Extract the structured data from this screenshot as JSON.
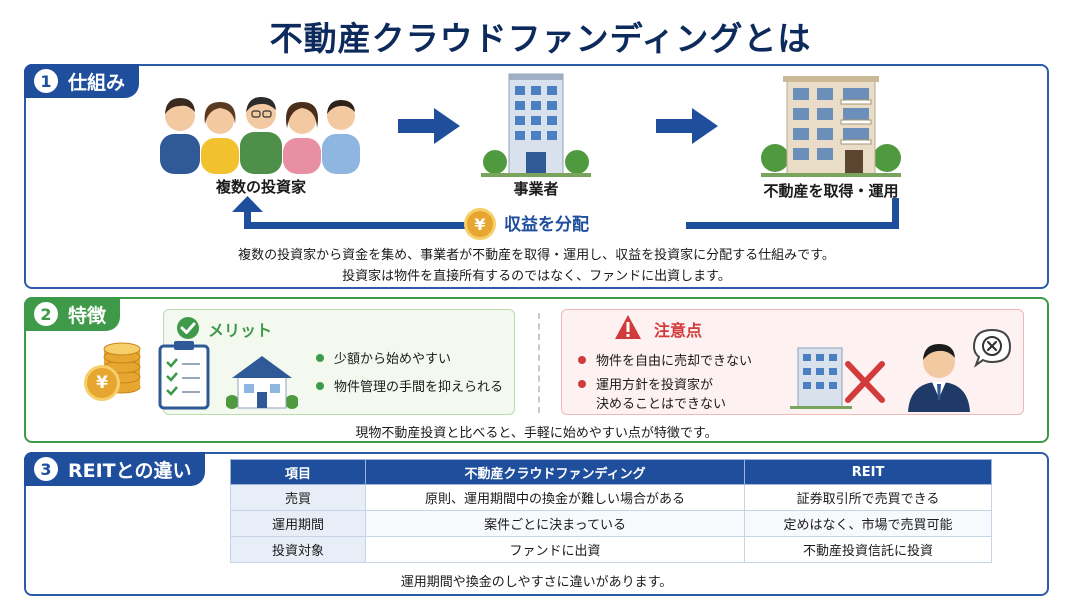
{
  "title": "不動産クラウドファンディングとは",
  "section1": {
    "number": "1",
    "label": "仕組み",
    "investors_label": "複数の投資家",
    "operator_label": "事業者",
    "property_label": "不動産を取得・運用",
    "yen_symbol": "¥",
    "distribution_label": "収益を分配",
    "desc_line1": "複数の投資家から資金を集め、事業者が不動産を取得・運用し、収益を投資家に分配する仕組みです。",
    "desc_line2": "投資家は物件を直接所有するのではなく、ファンドに出資します。"
  },
  "section2": {
    "number": "2",
    "label": "特徴",
    "yen_symbol": "¥",
    "merit": {
      "title": "メリット",
      "items": [
        "少額から始めやすい",
        "物件管理の手間を抑えられる"
      ]
    },
    "caution": {
      "title": "注意点",
      "items": [
        "物件を自由に売却できない",
        "運用方針を投資家が",
        "決めることはできない"
      ]
    },
    "summary": "現物不動産投資と比べると、手軽に始めやすい点が特徴です。"
  },
  "section3": {
    "number": "3",
    "label": "REITとの違い",
    "table": {
      "headers": [
        "項目",
        "不動産クラウドファンディング",
        "REIT"
      ],
      "rows": [
        [
          "売買",
          "原則、運用期間中の換金が難しい場合がある",
          "証券取引所で売買できる"
        ],
        [
          "運用期間",
          "案件ごとに決まっている",
          "定めはなく、市場で売買可能"
        ],
        [
          "投資対象",
          "ファンドに出資",
          "不動産投資信託に投資"
        ]
      ]
    },
    "summary": "運用期間や換金のしやすさに違いがあります。"
  },
  "colors": {
    "navy": "#0d2a5c",
    "blue": "#1f4e9c",
    "green": "#3e9a48",
    "red": "#d23b3b",
    "gold": "#e7a630"
  }
}
